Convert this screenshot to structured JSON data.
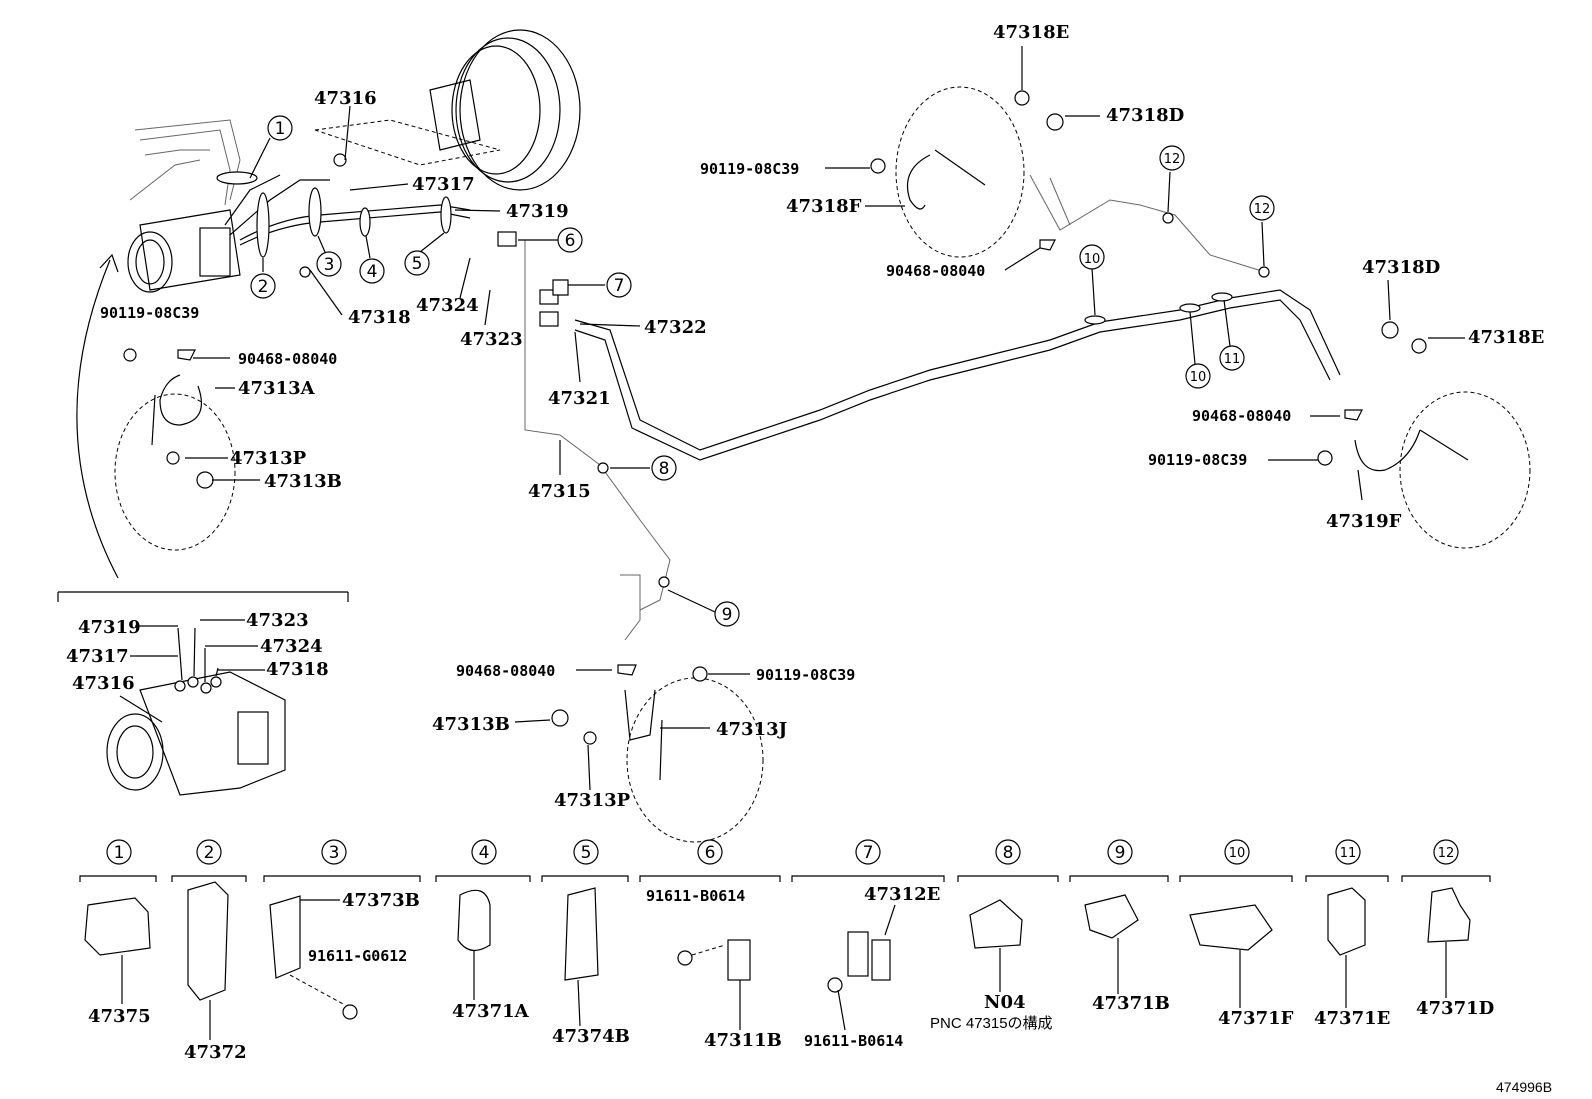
{
  "labels": {
    "p47316": "47316",
    "p47317": "47317",
    "p47319": "47319",
    "p47324": "47324",
    "p47323": "47323",
    "p47322": "47322",
    "p47321": "47321",
    "p47318": "47318",
    "p47315": "47315",
    "p90119_a": "90119-08C39",
    "p90468_a": "90468-08040",
    "p47313A": "47313A",
    "p47313P_a": "47313P",
    "p47313B_a": "47313B",
    "p47318E_top": "47318E",
    "p47318D_top": "47318D",
    "p90119_b": "90119-08C39",
    "p47318F": "47318F",
    "p90468_b": "90468-08040",
    "p47318D_r": "47318D",
    "p47318E_r": "47318E",
    "p90468_c": "90468-08040",
    "p90119_c": "90119-08C39",
    "p47319F": "47319F",
    "p90468_d": "90468-08040",
    "p90119_d": "90119-08C39",
    "p47313B_b": "47313B",
    "p47313J": "47313J",
    "p47313P_b": "47313P",
    "inset_47319": "47319",
    "inset_47323": "47323",
    "inset_47324": "47324",
    "inset_47317": "47317",
    "inset_47318": "47318",
    "inset_47316": "47316"
  },
  "callouts": {
    "c1": "1",
    "c2": "2",
    "c3": "3",
    "c4": "4",
    "c5": "5",
    "c6": "6",
    "c7": "7",
    "c8": "8",
    "c9": "9",
    "c10a": "10",
    "c10b": "10",
    "c11": "11",
    "c12a": "12",
    "c12b": "12"
  },
  "legend": {
    "items": [
      {
        "num": "1",
        "parts": [
          "47375"
        ]
      },
      {
        "num": "2",
        "parts": [
          "47372"
        ]
      },
      {
        "num": "3",
        "parts": [
          "47373B",
          "91611-G0612"
        ]
      },
      {
        "num": "4",
        "parts": [
          "47371A"
        ]
      },
      {
        "num": "5",
        "parts": [
          "47374B"
        ]
      },
      {
        "num": "6",
        "parts": [
          "91611-B0614",
          "47311B"
        ]
      },
      {
        "num": "7",
        "parts": [
          "47312E",
          "91611-B0614"
        ]
      },
      {
        "num": "8",
        "parts": [
          "N04"
        ]
      },
      {
        "num": "9",
        "parts": [
          "47371B"
        ]
      },
      {
        "num": "10",
        "parts": [
          "47371F"
        ]
      },
      {
        "num": "11",
        "parts": [
          "47371E"
        ]
      },
      {
        "num": "12",
        "parts": [
          "47371D"
        ]
      }
    ],
    "note": "PNC 47315の構成"
  },
  "figure_ref": "474996B"
}
